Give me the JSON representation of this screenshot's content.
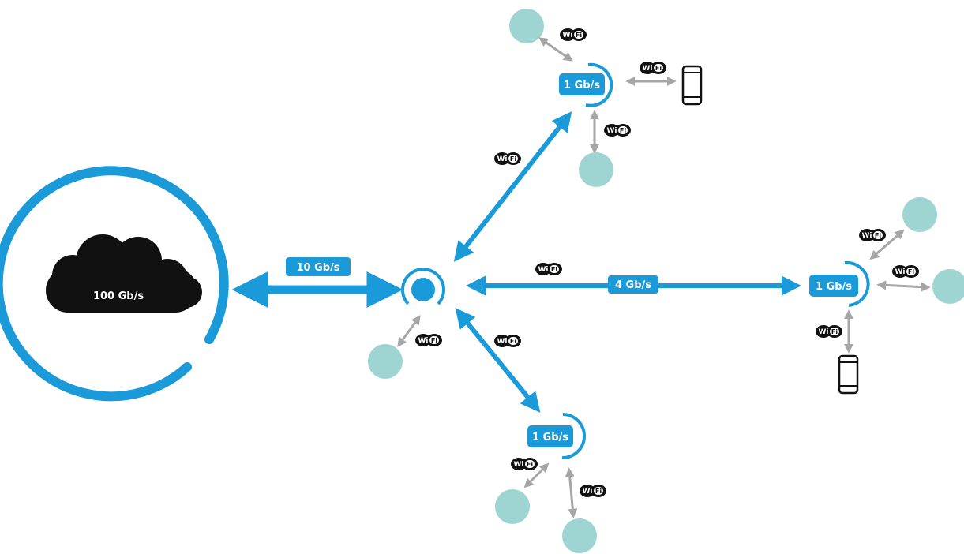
{
  "colors": {
    "primary_blue": "#1a9ad9",
    "client_teal": "#9ed5d2",
    "gray_link": "#a6a6a6",
    "black": "#111111",
    "white": "#ffffff"
  },
  "cloud": {
    "label": "100 Gb/s",
    "icon": "cloud-icon"
  },
  "links": {
    "backhaul": "10 Gb/s",
    "mesh_right": "4 Gb/s"
  },
  "nodes": {
    "top": {
      "label": "1 Gb/s"
    },
    "right": {
      "label": "1 Gb/s"
    },
    "bottom": {
      "label": "1 Gb/s"
    }
  },
  "wifi_badge": {
    "left": "Wi",
    "right": "Fi"
  },
  "icons": [
    "cloud-icon",
    "router-icon",
    "wifi-icon",
    "smartphone-icon",
    "client-device-icon"
  ]
}
